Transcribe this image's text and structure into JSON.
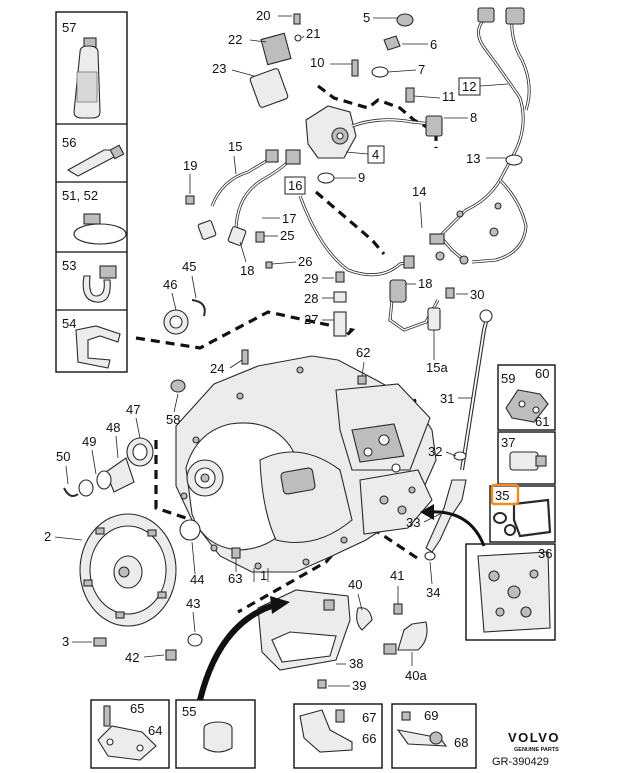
{
  "diagram": {
    "callouts": {
      "c2": "2",
      "c3": "3",
      "c4": "4",
      "c5": "5",
      "c6": "6",
      "c7": "7",
      "c8": "8",
      "c9": "9",
      "c10": "10",
      "c11": "11",
      "c12": "12",
      "c13": "13",
      "c14": "14",
      "c15": "15",
      "c15a": "15a",
      "c16": "16",
      "c17": "17",
      "c18a": "18",
      "c18b": "18",
      "c19": "19",
      "c20": "20",
      "c21": "21",
      "c22": "22",
      "c23": "23",
      "c24": "24",
      "c25": "25",
      "c26": "26",
      "c27": "27",
      "c28": "28",
      "c29": "29",
      "c30": "30",
      "c31": "31",
      "c32": "32",
      "c33": "33",
      "c34": "34",
      "c35": "35",
      "c36": "36",
      "c37": "37",
      "c38": "38",
      "c39": "39",
      "c40": "40",
      "c40a": "40a",
      "c41": "41",
      "c42": "42",
      "c43": "43",
      "c44": "44",
      "c45": "45",
      "c46": "46",
      "c47": "47",
      "c48": "48",
      "c49": "49",
      "c50": "50",
      "c51_52": "51, 52",
      "c53": "53",
      "c54": "54",
      "c55": "55",
      "c56": "56",
      "c57": "57",
      "c58": "58",
      "c59": "59",
      "c60": "60",
      "c61": "61",
      "c62": "62",
      "c63": "63",
      "c64": "64",
      "c65": "65",
      "c66": "66",
      "c67": "67",
      "c68": "68",
      "c69": "69",
      "c1": "1"
    },
    "highlighted_callout": "35",
    "highlight_color": "#f08a24",
    "brand": {
      "name": "VOLVO",
      "tagline": "GENUINE PARTS"
    },
    "reference": "GR-390429"
  }
}
